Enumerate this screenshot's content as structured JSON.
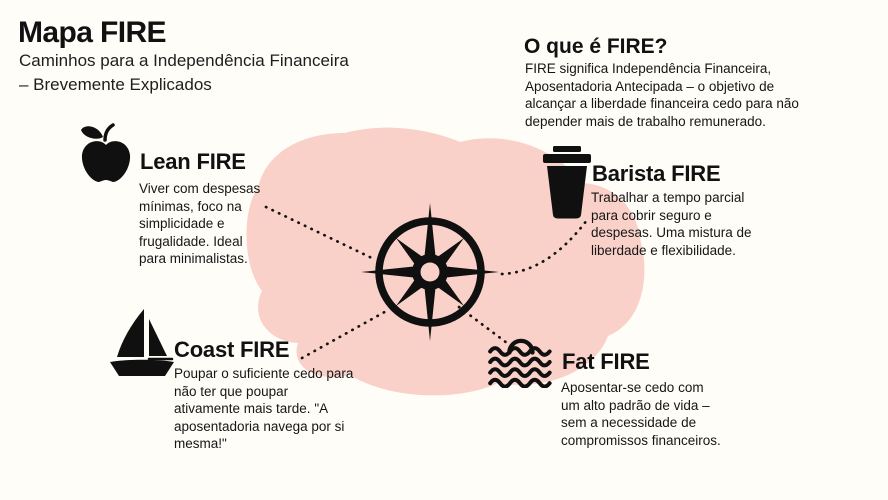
{
  "canvas": {
    "background": "#fffdf8",
    "blob_color": "#fad1c9",
    "ink": "#151515"
  },
  "header": {
    "title": "Mapa FIRE",
    "subtitle": "Caminhos para a Independência Financeira\n– Brevemente Explicados"
  },
  "about": {
    "title": "O que é FIRE?",
    "body": "FIRE significa Independência Financeira,\nAposentadoria Antecipada – o objetivo de\nalcançar a liberdade financeira cedo para não\ndepender mais de trabalho remunerado."
  },
  "paths": [
    {
      "id": "lean",
      "icon": "apple-icon",
      "title": "Lean FIRE",
      "body": "Viver com despesas\nmínimas, foco na\nsimplicidade e\nfrugalidade. Ideal\npara minimalistas."
    },
    {
      "id": "barista",
      "icon": "coffee-cup-icon",
      "title": "Barista FIRE",
      "body": "Trabalhar a tempo parcial\npara cobrir seguro e\ndespesas. Uma mistura de\nliberdade e flexibilidade."
    },
    {
      "id": "coast",
      "icon": "sailboat-icon",
      "title": "Coast FIRE",
      "body": "Poupar o suficiente cedo para\nnão ter que poupar\nativamente mais tarde. \"A\naposentadoria navega por si\nmesma!\""
    },
    {
      "id": "fat",
      "icon": "sun-waves-icon",
      "title": "Fat FIRE",
      "body": "Aposentar-se cedo com\num alto padrão de vida –\nsem a necessidade de\ncompromissos financeiros."
    }
  ],
  "center": {
    "icon": "compass-rose-icon"
  }
}
